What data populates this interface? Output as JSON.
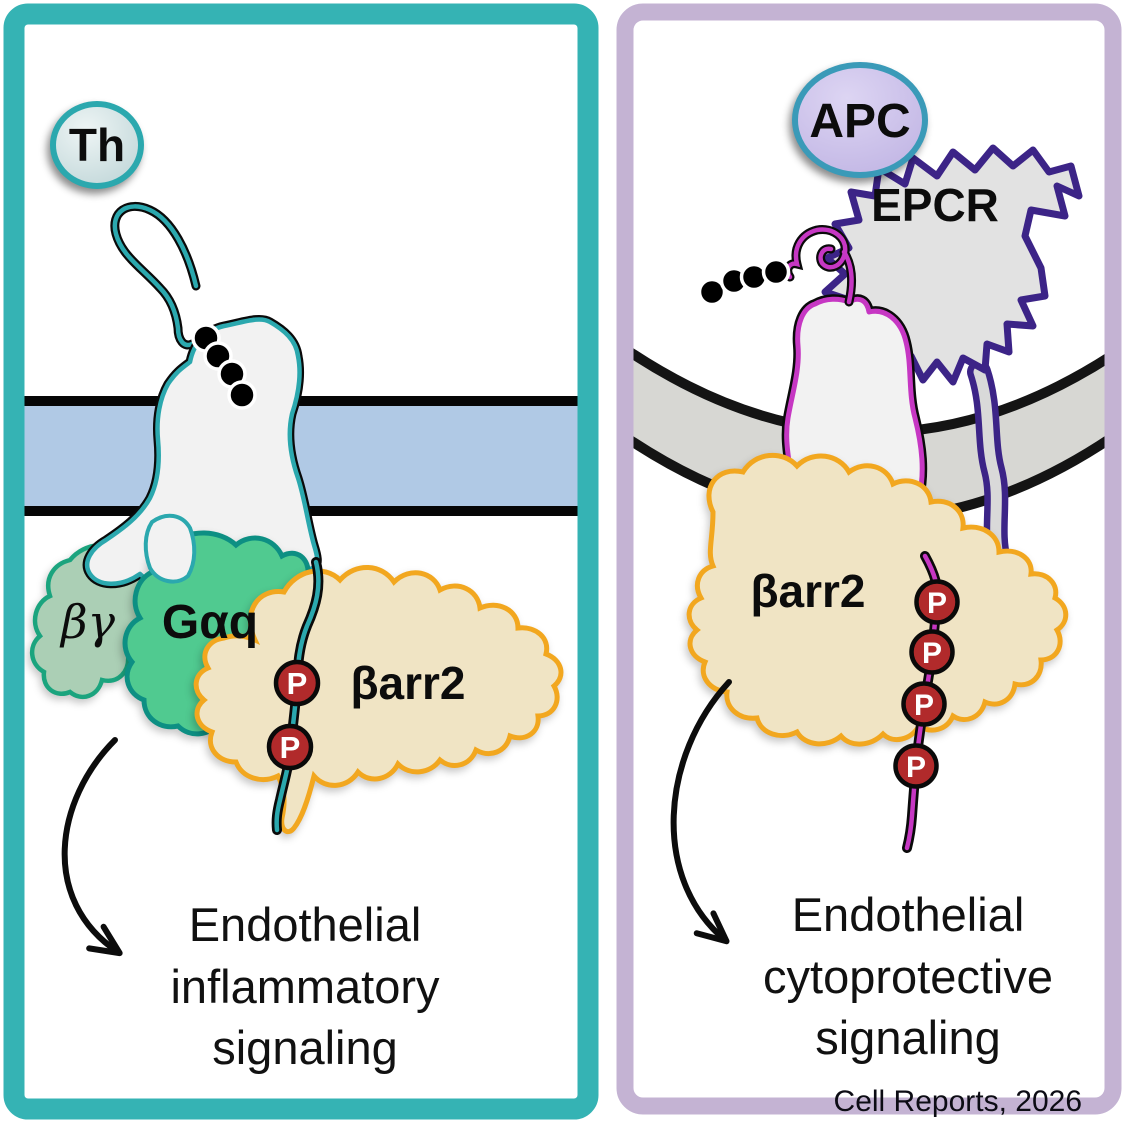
{
  "caption": "Cell Reports, 2026",
  "left_panel": {
    "ligand": "Th",
    "g_protein": {
      "beta_gamma": "βγ",
      "alpha": "Gαq"
    },
    "arrestin": "βarr2",
    "phospho": "P",
    "outcome_lines": [
      "Endothelial",
      "inflammatory",
      "signaling"
    ]
  },
  "right_panel": {
    "ligand": "APC",
    "coreceptor": "EPCR",
    "arrestin": "βarr2",
    "phospho": "P",
    "outcome_lines": [
      "Endothelial",
      "cytoprotective",
      "signaling"
    ]
  },
  "colors": {
    "teal_border": "#35b3b4",
    "lavender_border": "#c4b3d3",
    "membrane_blue": "#b0c9e5",
    "membrane_gray": "#d7d7d3",
    "receptor_fill": "#f2f2f2",
    "teal_outline": "#2ba8ae",
    "magenta_outline": "#c637c3",
    "purple_outline": "#3c2487",
    "gaq_green": "#50ca90",
    "gaq_outline": "#0d8f83",
    "bgy_fill": "#abcfb5",
    "bgy_outline": "#1ba47e",
    "barr2_fill": "#f0e4c4",
    "barr2_outline": "#f2a71f",
    "p_red": "#b12a2b",
    "apc_fill": "#cac1e7",
    "apc_ring": "#3a9ab8",
    "th_fill": "#cfdfe1",
    "epcr_fill": "#e2e2e2"
  }
}
